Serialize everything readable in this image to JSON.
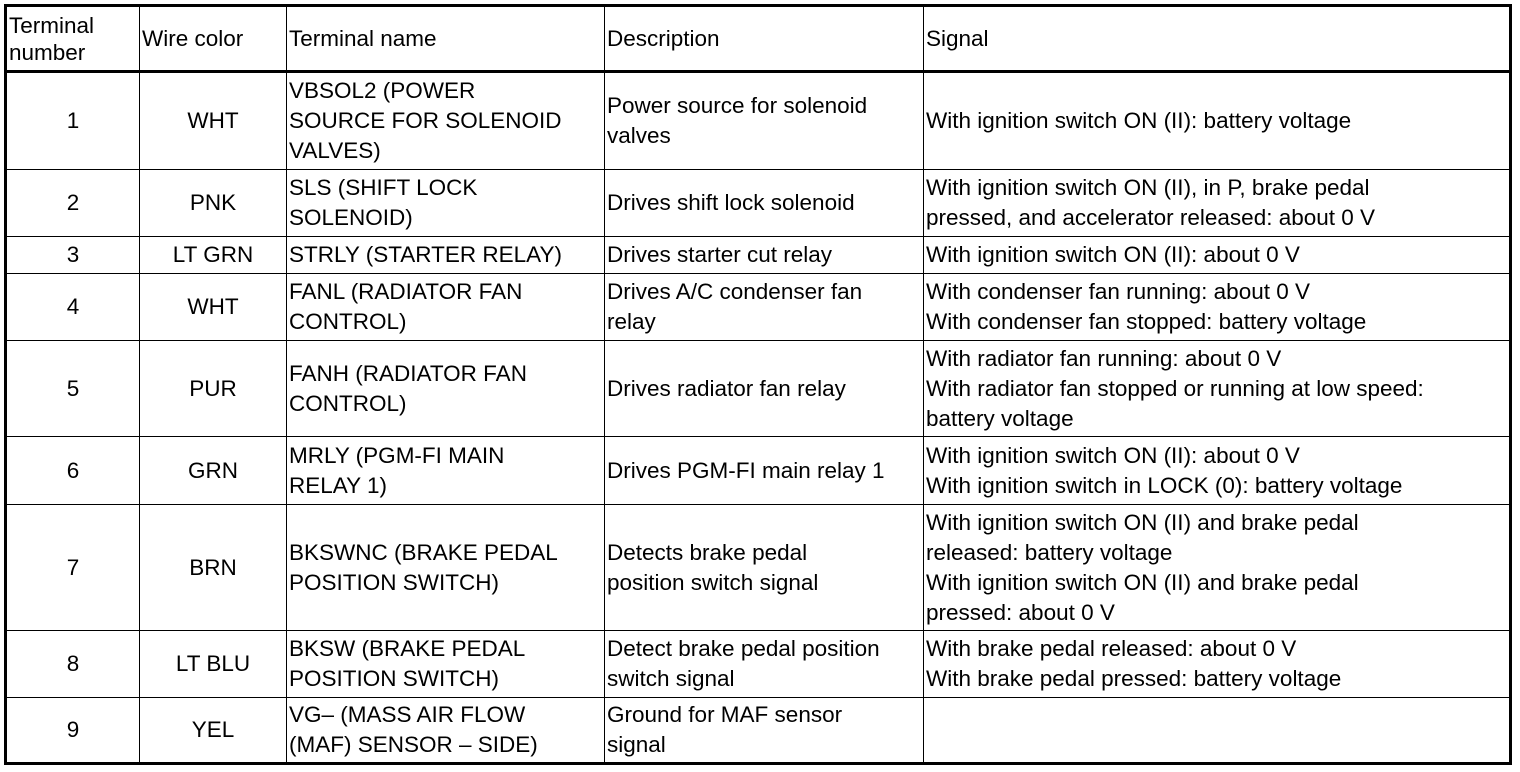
{
  "headers": [
    "Terminal\nnumber",
    "Wire color",
    "Terminal name",
    "Description",
    "Signal"
  ],
  "rows": [
    {
      "number": "1",
      "wire": "WHT",
      "name": "VBSOL2 (POWER\nSOURCE FOR SOLENOID\nVALVES)",
      "description": "Power source for solenoid\nvalves",
      "signal": "With ignition switch ON (II): battery voltage"
    },
    {
      "number": "2",
      "wire": "PNK",
      "name": "SLS (SHIFT LOCK\nSOLENOID)",
      "description": "Drives shift lock solenoid",
      "signal": "With ignition switch ON (II), in P, brake pedal\npressed, and accelerator released: about 0 V"
    },
    {
      "number": "3",
      "wire": "LT GRN",
      "name": "STRLY (STARTER RELAY)",
      "description": "Drives starter cut relay",
      "signal": "With ignition switch ON (II): about 0 V"
    },
    {
      "number": "4",
      "wire": "WHT",
      "name": "FANL (RADIATOR FAN\nCONTROL)",
      "description": "Drives A/C condenser fan\nrelay",
      "signal": "With condenser fan running: about 0 V\nWith condenser fan stopped: battery voltage"
    },
    {
      "number": "5",
      "wire": "PUR",
      "name": "FANH (RADIATOR FAN\nCONTROL)",
      "description": "Drives radiator fan relay",
      "signal": "With radiator fan running: about 0 V\nWith radiator fan stopped or running at low speed:\nbattery voltage"
    },
    {
      "number": "6",
      "wire": "GRN",
      "name": "MRLY (PGM-FI MAIN\nRELAY 1)",
      "description": "Drives PGM-FI main relay 1",
      "signal": "With ignition switch ON (II): about 0 V\nWith ignition switch in LOCK (0): battery voltage"
    },
    {
      "number": "7",
      "wire": "BRN",
      "name": "BKSWNC (BRAKE PEDAL\nPOSITION SWITCH)",
      "description": "Detects brake pedal\nposition switch signal",
      "signal": "With ignition switch ON (II) and brake pedal\nreleased: battery voltage\nWith ignition switch ON (II) and brake pedal\npressed: about 0 V"
    },
    {
      "number": "8",
      "wire": "LT BLU",
      "name": "BKSW (BRAKE PEDAL\nPOSITION SWITCH)",
      "description": "Detect brake pedal position\nswitch signal",
      "signal": "With brake pedal released: about 0 V\nWith brake pedal pressed: battery voltage"
    },
    {
      "number": "9",
      "wire": "YEL",
      "name": "VG– (MASS AIR FLOW\n(MAF) SENSOR – SIDE)",
      "description": "Ground for MAF sensor\nsignal",
      "signal": ""
    }
  ]
}
